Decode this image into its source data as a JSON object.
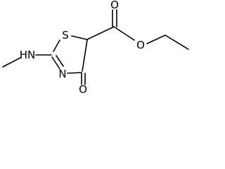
{
  "molecule": {
    "atom_labels": {
      "sulfur": "S",
      "ring_nitrogen": "N",
      "amine": "HN",
      "ketone_oxygen": "O",
      "ester_carbonyl_oxygen": "O",
      "ester_ether_oxygen": "O"
    },
    "colors": {
      "bond": "#000000",
      "text": "#000000",
      "background": "#ffffff"
    }
  }
}
